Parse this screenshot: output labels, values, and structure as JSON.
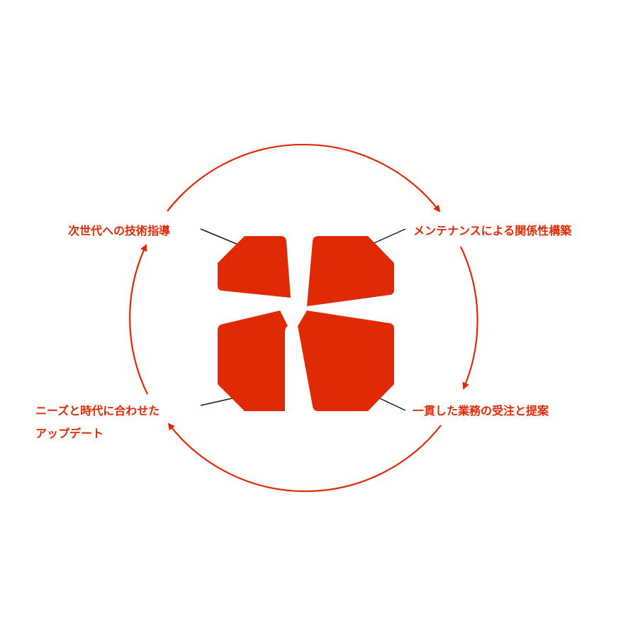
{
  "colors": {
    "accent": "#e02a06",
    "leader_line": "#1a1a1a",
    "background": "#ffffff"
  },
  "labels": {
    "top_left": "次世代への技術指導",
    "top_right": "メンテナンスによる関係性構築",
    "bottom_right": "一貫した業務の受注と提案",
    "bottom_left_line1": "ニーズと時代に合わせた",
    "bottom_left_line2": "アップデート"
  },
  "icons": {
    "center": "four-petal-logo-icon",
    "cycle": "clockwise-cycle-arrows-icon"
  }
}
